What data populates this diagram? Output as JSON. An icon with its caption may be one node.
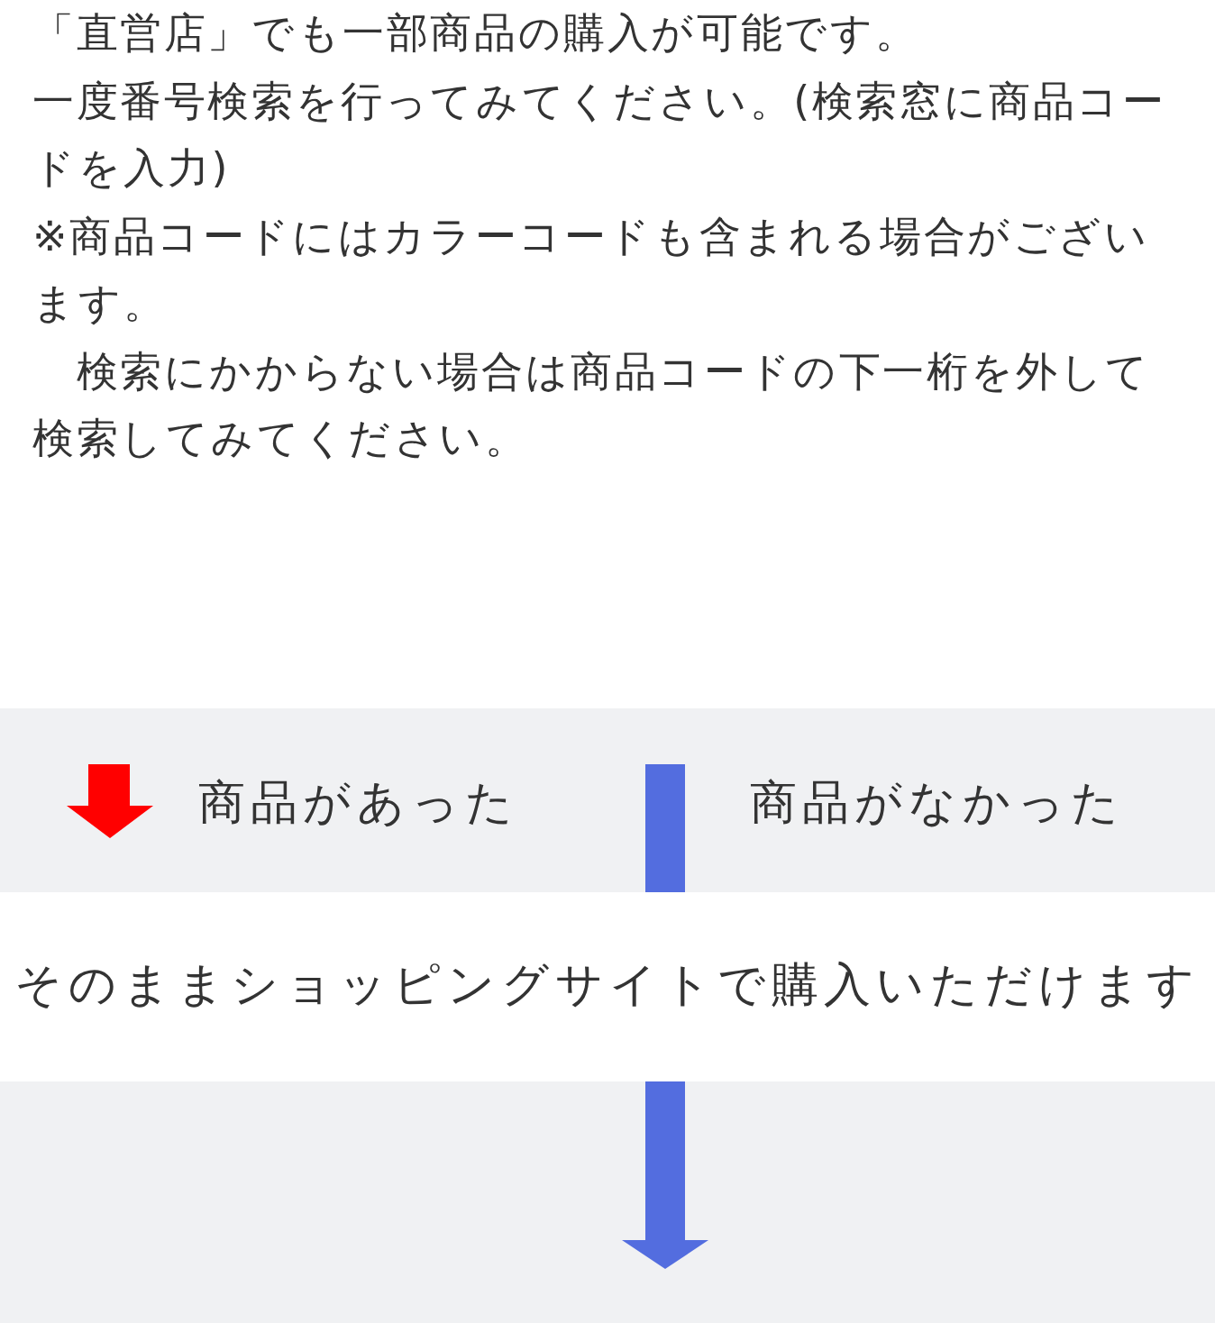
{
  "diagram": {
    "nodes": [
      {
        "text": [
          "商品があった"
        ]
      },
      {
        "text": [
          "商品がなかった"
        ]
      },
      {
        "text": [
          "そのままショッピングサイトで購入いただけます"
        ]
      }
    ],
    "edges": [
      {
        "from": 1,
        "to": 2,
        "arrow": "none"
      },
      {
        "from": 2,
        "to": null,
        "arrow": "to"
      }
    ],
    "labels": [
      "「直営店」でも一部商品の購入が可能です。",
      "一度番号検索を行ってみてください。(検索窓に商品コードを入力)",
      "※商品コードにはカラーコードも含まれる場合がございます。",
      "　検索にかからない場合は商品コードの下一桁を外して検索してみてください。"
    ]
  }
}
